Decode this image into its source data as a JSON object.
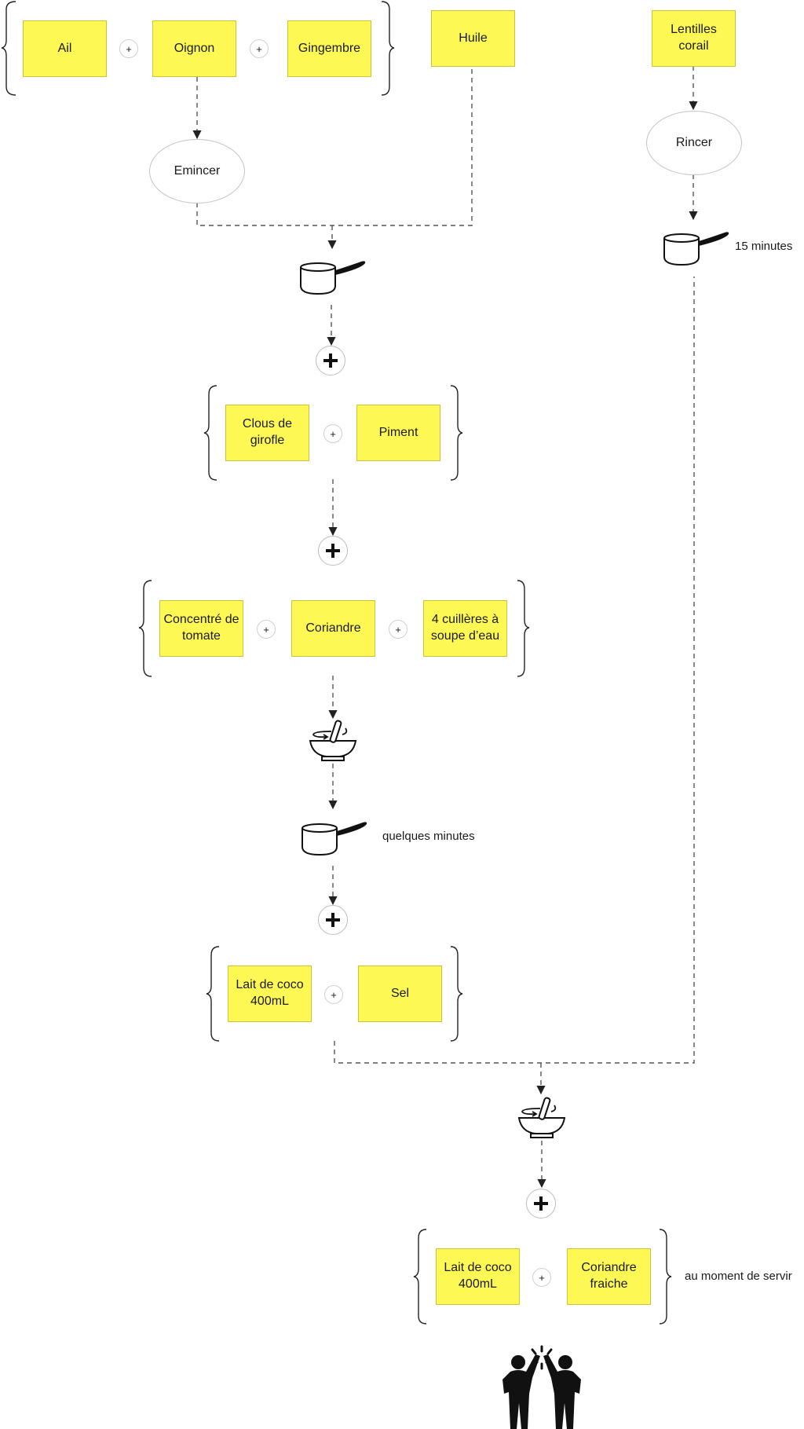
{
  "ingredients": {
    "ail": "Ail",
    "oignon": "Oignon",
    "gingembre": "Gingembre",
    "huile": "Huile",
    "lentilles": "Lentilles\ncorail",
    "clous": "Clous de\ngirofle",
    "piment": "Piment",
    "concentre": "Concentré de\ntomate",
    "coriandre": "Coriandre",
    "eau": "4 cuillères à\nsoupe d’eau",
    "lait1": "Lait de coco\n400mL",
    "sel": "Sel",
    "lait2": "Lait de coco\n400mL",
    "coriandre_fraiche": "Coriandre\nfraiche"
  },
  "steps": {
    "emincer": "Emincer",
    "rincer": "Rincer"
  },
  "labels": {
    "lentils_time": "15 minutes",
    "cook_time": "quelques minutes",
    "serve_note": "au moment de servir"
  },
  "plus_small": "+",
  "icons": [
    "saucepan-icon",
    "mortar-pestle-icon",
    "plus-icon",
    "high-five-icon"
  ],
  "colors": {
    "note": "#fdf853",
    "note_border": "#c9c23a",
    "line": "#555555"
  }
}
